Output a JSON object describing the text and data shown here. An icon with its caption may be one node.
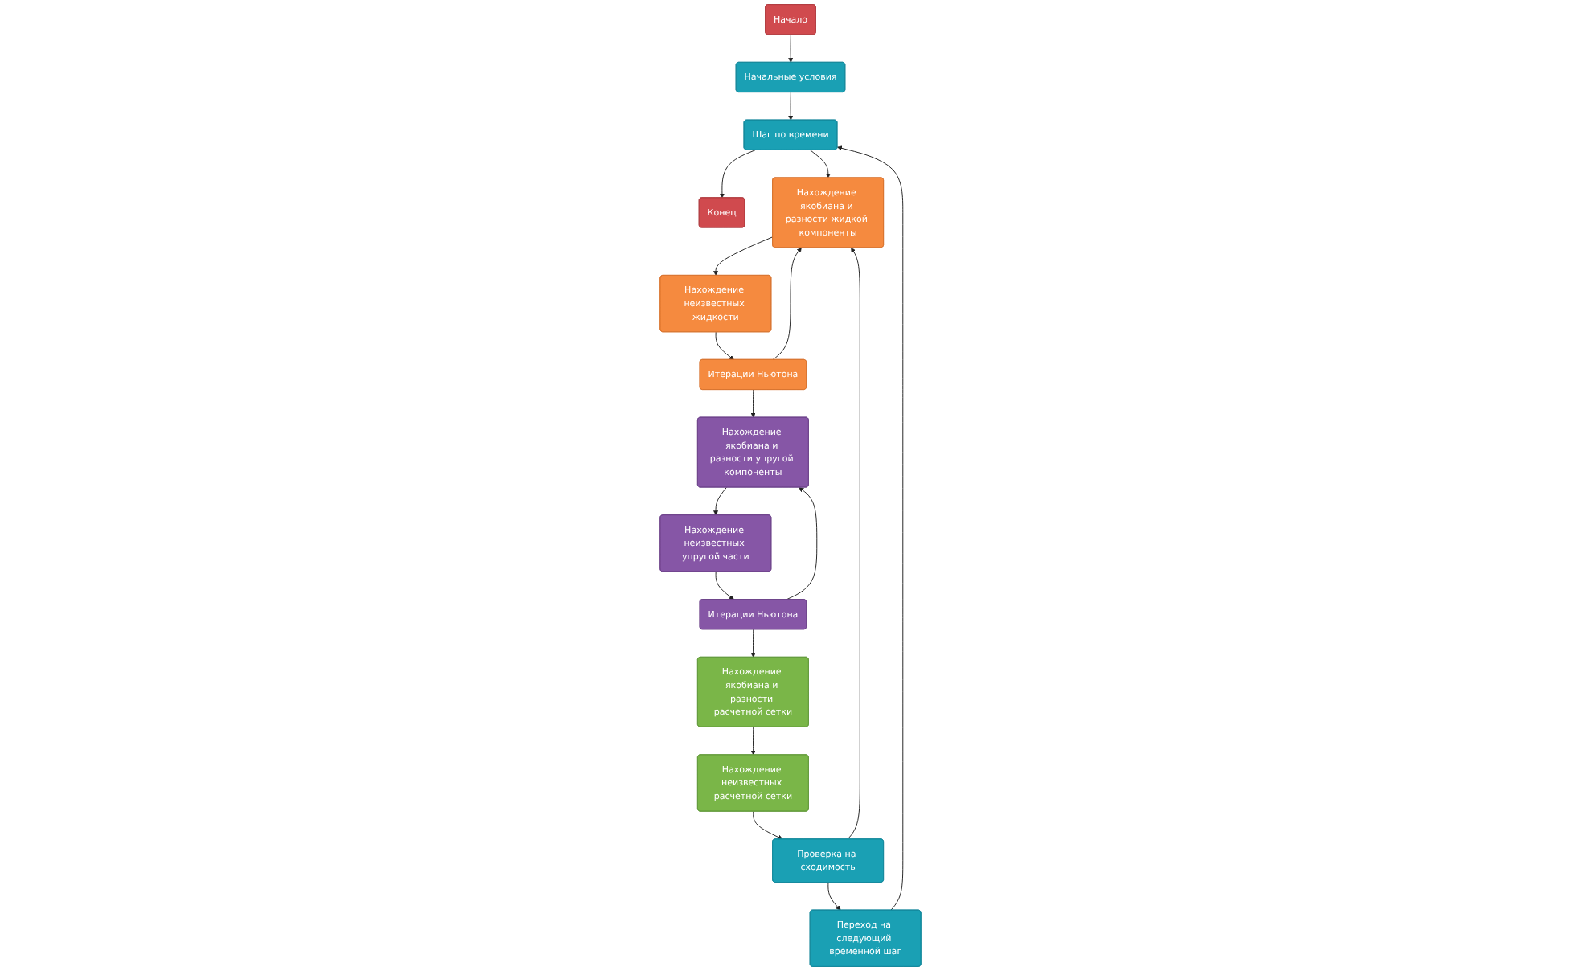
{
  "diagram": {
    "nodes": [
      {
        "text": [
          "Начало"
        ]
      },
      {
        "text": [
          "Начальные условия"
        ]
      },
      {
        "text": [
          "Шаг по времени"
        ]
      },
      {
        "text": [
          "Конец"
        ]
      },
      {
        "text": [
          "Нахождение якобиана и разности жидкой компоненты"
        ]
      },
      {
        "text": [
          "Итерации Ньютона"
        ]
      },
      {
        "text": [
          "Нахождение неизвестных жидкости"
        ]
      },
      {
        "text": [
          "Нахождение якобиана и разности упругой компоненты"
        ]
      },
      {
        "text": [
          "Итерации Ньютона"
        ]
      },
      {
        "text": [
          "Нахождение неизвестных упругой части"
        ]
      },
      {
        "text": [
          "Нахождение якобиана и разности расчетной сетки"
        ]
      },
      {
        "text": [
          "Нахождение неизвестных расчетной сетки"
        ]
      },
      {
        "text": [
          "Проверка на сходимость"
        ]
      },
      {
        "text": [
          "Переход на следующий временной шаг"
        ]
      }
    ],
    "edges": [
      {
        "from": 0,
        "to": 1,
        "arrow": "to"
      },
      {
        "from": 1,
        "to": 2,
        "arrow": "to"
      },
      {
        "from": 2,
        "to": 3,
        "arrow": "to"
      },
      {
        "from": 2,
        "to": 4,
        "arrow": "to"
      },
      {
        "from": 4,
        "to": 6,
        "arrow": "to"
      },
      {
        "from": 6,
        "to": 5,
        "arrow": "to"
      },
      {
        "from": 5,
        "to": 4,
        "arrow": "to"
      },
      {
        "from": 5,
        "to": 7,
        "arrow": "to"
      },
      {
        "from": 7,
        "to": 9,
        "arrow": "to"
      },
      {
        "from": 9,
        "to": 8,
        "arrow": "to"
      },
      {
        "from": 8,
        "to": 7,
        "arrow": "to"
      },
      {
        "from": 8,
        "to": 10,
        "arrow": "to"
      },
      {
        "from": 10,
        "to": 11,
        "arrow": "to"
      },
      {
        "from": 11,
        "to": 12,
        "arrow": "to"
      },
      {
        "from": 12,
        "to": 13,
        "arrow": "to"
      },
      {
        "from": 12,
        "to": 4,
        "arrow": "to"
      },
      {
        "from": 13,
        "to": 2,
        "arrow": "to"
      }
    ]
  }
}
